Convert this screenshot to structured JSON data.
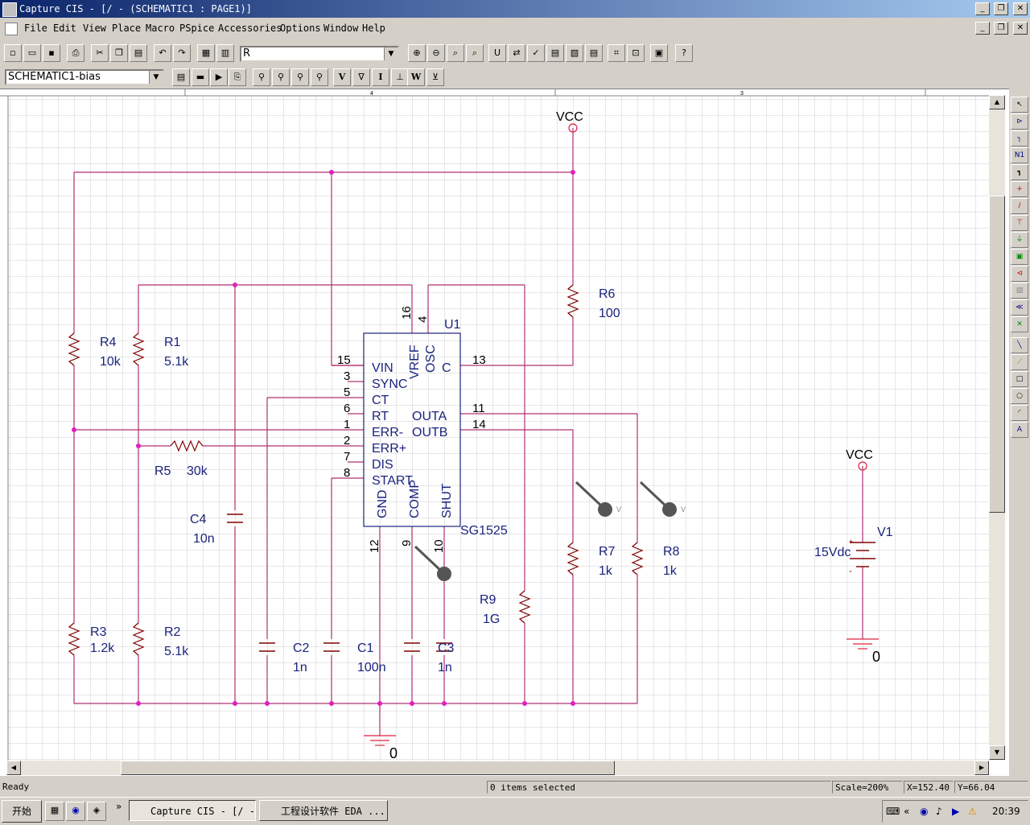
{
  "window": {
    "title": "Capture CIS - [/ - (SCHEMATIC1 : PAGE1)]"
  },
  "menu": [
    "File",
    "Edit",
    "View",
    "Place",
    "Macro",
    "PSpice",
    "Accessories",
    "Options",
    "Window",
    "Help"
  ],
  "toolbar": {
    "part_combo_value": "R",
    "schematic_combo_value": "SCHEMATIC1-bias",
    "text_buttons": [
      "V",
      "I",
      "W"
    ]
  },
  "ruler": {
    "marks": [
      "4",
      "3"
    ]
  },
  "schematic": {
    "ic": {
      "refdes": "U1",
      "value": "SG1525",
      "left_pins": [
        {
          "num": "15",
          "name": "VIN"
        },
        {
          "num": "3",
          "name": "SYNC"
        },
        {
          "num": "5",
          "name": "CT"
        },
        {
          "num": "6",
          "name": "RT"
        },
        {
          "num": "1",
          "name": "ERR-"
        },
        {
          "num": "2",
          "name": "ERR+"
        },
        {
          "num": "7",
          "name": "DIS"
        },
        {
          "num": "8",
          "name": "START"
        }
      ],
      "top_pins": [
        {
          "num": "16",
          "name": "VREF"
        },
        {
          "num": "4",
          "name": "OSC"
        }
      ],
      "right_pins": [
        {
          "num": "13",
          "name": "C"
        },
        {
          "num": "11",
          "name": "OUTA"
        },
        {
          "num": "14",
          "name": "OUTB"
        }
      ],
      "bottom_pins": [
        {
          "num": "12",
          "name": "GND"
        },
        {
          "num": "9",
          "name": "COMP"
        },
        {
          "num": "10",
          "name": "SHUT"
        }
      ]
    },
    "parts": [
      {
        "ref": "R4",
        "value": "10k"
      },
      {
        "ref": "R1",
        "value": "5.1k"
      },
      {
        "ref": "R5",
        "value": "30k"
      },
      {
        "ref": "R6",
        "value": "100"
      },
      {
        "ref": "R3",
        "value": "1.2k"
      },
      {
        "ref": "R2",
        "value": "5.1k"
      },
      {
        "ref": "C4",
        "value": "10n"
      },
      {
        "ref": "C2",
        "value": "1n"
      },
      {
        "ref": "C1",
        "value": "100n"
      },
      {
        "ref": "C3",
        "value": "1n"
      },
      {
        "ref": "R9",
        "value": "1G"
      },
      {
        "ref": "R7",
        "value": "1k"
      },
      {
        "ref": "R8",
        "value": "1k"
      },
      {
        "ref": "V1",
        "value": "15Vdc"
      }
    ],
    "power": [
      "VCC",
      "VCC"
    ],
    "grounds": [
      "0",
      "0"
    ],
    "probe_label": "V",
    "source_plus": "+",
    "source_minus": "-"
  },
  "status": {
    "ready": "Ready",
    "selection": "0 items selected",
    "scale": "Scale=200%",
    "xcoord": "X=152.40",
    "ycoord": "Y=66.04"
  },
  "taskbar": {
    "start_label": "开始",
    "tasks": [
      "Capture CIS - [/ -...",
      "工程设计软件 EDA ..."
    ],
    "clock": "20:39",
    "chevron": "»"
  },
  "colors": {
    "wire": "#b03070",
    "part": "#800000",
    "text": "#1a237e",
    "grid": "#c8c8c8",
    "junction": "#e020c0"
  }
}
